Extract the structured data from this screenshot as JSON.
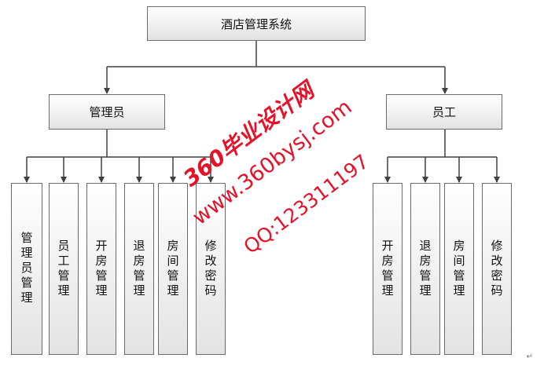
{
  "root": {
    "label": "酒店管理系统"
  },
  "branches": [
    {
      "label": "管理员",
      "children": [
        "管理员管理",
        "员工管理",
        "开房管理",
        "退房管理",
        "房间管理",
        "修改密码"
      ]
    },
    {
      "label": "员工",
      "children": [
        "开房管理",
        "退房管理",
        "房间管理",
        "修改密码"
      ]
    }
  ],
  "watermark": {
    "line1": "360毕业设计网",
    "line2": "www.360bysj.com",
    "line3": "QQ:123311197",
    "color": "#e4132a"
  },
  "paragraph_mark": "↵",
  "colors": {
    "line": "#404040",
    "box_border": "#6b6b6b",
    "box_top": "#ffffff",
    "box_bottom": "#e3e3e3"
  }
}
